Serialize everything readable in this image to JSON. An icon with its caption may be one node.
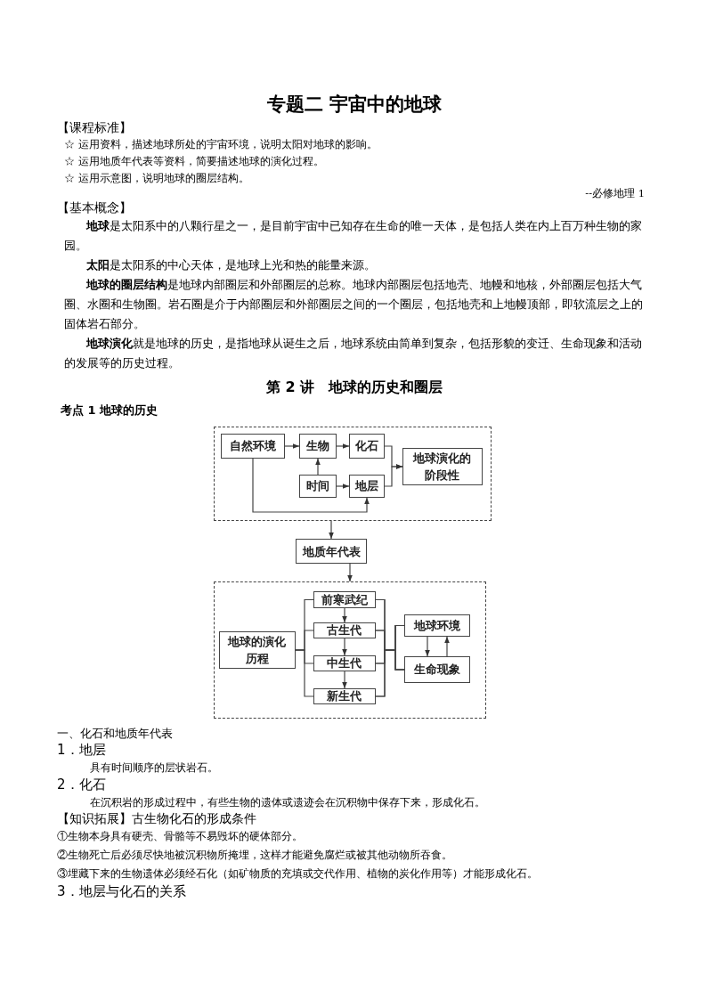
{
  "diagram": {
    "title": "专题二  宇宙中的地球",
    "nodes": [
      {
        "text": [],
        "shape": "box"
      },
      {
        "text": [
          "自然环境"
        ],
        "in": 0
      },
      {
        "text": [
          "生物"
        ],
        "in": 0
      },
      {
        "text": [
          "化石"
        ],
        "in": 0
      },
      {
        "text": [
          "时间"
        ],
        "in": 0
      },
      {
        "text": [
          "地层"
        ],
        "in": 0
      },
      {
        "text": [
          "地球演化的阶段性"
        ],
        "in": 0
      },
      {
        "text": [
          "地质年代表"
        ]
      },
      {
        "text": [],
        "shape": "box"
      },
      {
        "text": [
          "地球的演化历程"
        ],
        "in": 8
      },
      {
        "text": [
          "前寒武纪"
        ],
        "in": 8
      },
      {
        "text": [
          "古生代"
        ],
        "in": 8
      },
      {
        "text": [
          "中生代"
        ],
        "in": 8
      },
      {
        "text": [
          "新生代"
        ],
        "in": 8
      },
      {
        "text": [
          "地球环境"
        ],
        "in": 8
      },
      {
        "text": [
          "生命现象"
        ],
        "in": 8
      }
    ],
    "edges": [
      {
        "from": 1,
        "to": 2,
        "arrow": "to"
      },
      {
        "from": 4,
        "to": 2,
        "arrow": "to"
      },
      {
        "from": 2,
        "to": 3,
        "arrow": "to"
      },
      {
        "from": 4,
        "to": 5,
        "arrow": "to"
      },
      {
        "from": 1,
        "to": 5,
        "arrow": "to"
      },
      {
        "from": 3,
        "to": 6,
        "arrow": "to"
      },
      {
        "from": 5,
        "to": 6,
        "arrow": "to"
      },
      {
        "from": 0,
        "to": 7,
        "arrow": "to"
      },
      {
        "from": 7,
        "to": 8,
        "arrow": "to"
      },
      {
        "from": 9,
        "to": 10,
        "arrow": "none"
      },
      {
        "from": 9,
        "to": 11,
        "arrow": "none"
      },
      {
        "from": 9,
        "to": 12,
        "arrow": "none"
      },
      {
        "from": 9,
        "to": 13,
        "arrow": "none"
      },
      {
        "from": 10,
        "to": 11,
        "arrow": "to"
      },
      {
        "from": 11,
        "to": 12,
        "arrow": "to"
      },
      {
        "from": 12,
        "to": 13,
        "arrow": "to"
      },
      {
        "from": 10,
        "to": 14,
        "arrow": "none"
      },
      {
        "from": 10,
        "to": 15,
        "arrow": "none"
      },
      {
        "from": 11,
        "to": 14,
        "arrow": "none"
      },
      {
        "from": 11,
        "to": 15,
        "arrow": "none"
      },
      {
        "from": 12,
        "to": 14,
        "arrow": "none"
      },
      {
        "from": 12,
        "to": 15,
        "arrow": "none"
      },
      {
        "from": 13,
        "to": 14,
        "arrow": "none"
      },
      {
        "from": 13,
        "to": 15,
        "arrow": "none"
      },
      {
        "from": 14,
        "to": 15,
        "arrow": "to"
      },
      {
        "from": 15,
        "to": 14,
        "arrow": "to"
      }
    ],
    "labels": [
      "【课程标准】",
      "☆ 运用资料，描述地球所处的宇宙环境，说明太阳对地球的影响。",
      "☆ 运用地质年代表等资料，简要描述地球的演化过程。",
      "☆ 运用示意图，说明地球的圈层结构。",
      "--必修地理 1",
      "【基本概念】",
      "**地球**是太阳系中的八颗行星之一，是目前宇宙中已知存在生命的唯一天体，是包括人类在内上百万种生物的家园。",
      "**太阳**是太阳系的中心天体，是地球上光和热的能量来源。",
      "**地球的圈层结构**是地球内部圈层和外部圈层的总称。地球内部圈层包括地壳、地幔和地核，外部圈层包括大气圈、水圈和生物圈。岩石圈是介于内部圈层和外部圈层之间的一个圈层，包括地壳和上地幔顶部，即软流层之上的固体岩石部分。",
      "**地球演化**就是地球的历史，是指地球从诞生之后，地球系统由简单到复杂，包括形貌的变迁、生命现象和活动的发展等的历史过程。",
      "第 2 讲　地球的历史和圈层",
      "考点 1  地球的历史",
      "一、化石和地质年代表",
      "1．地层",
      "具有时间顺序的层状岩石。",
      "2．化石",
      "在沉积岩的形成过程中，有些生物的遗体或遗迹会在沉积物中保存下来，形成化石。",
      "【知识拓展】古生物化石的形成条件",
      "①生物本身具有硬壳、骨骼等不易毁坏的硬体部分。",
      "②生物死亡后必须尽快地被沉积物所掩埋，这样才能避免腐烂或被其他动物所吞食。",
      "③埋藏下来的生物遗体必须经石化（如矿物质的充填或交代作用、植物的炭化作用等）才能形成化石。",
      "3．地层与化石的关系"
    ]
  }
}
